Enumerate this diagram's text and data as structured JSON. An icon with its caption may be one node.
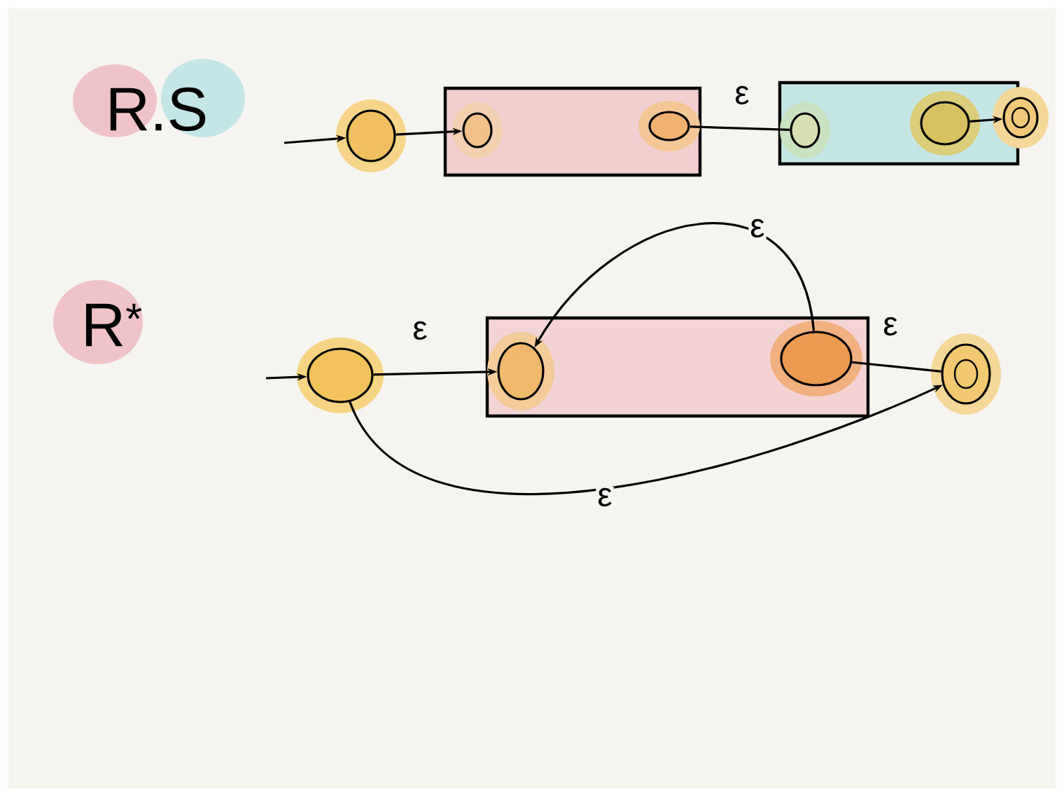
{
  "diagram": {
    "nodes": [
      {
        "text": [],
        "shape": "circle"
      },
      {
        "text": [],
        "shape": "box"
      },
      {
        "text": [],
        "shape": "circle",
        "in": 1
      },
      {
        "text": [],
        "shape": "circle",
        "in": 1
      },
      {
        "text": [],
        "shape": "box"
      },
      {
        "text": [],
        "shape": "circle",
        "in": 4
      },
      {
        "text": [],
        "shape": "circle",
        "in": 4
      },
      {
        "text": [],
        "shape": "circle"
      },
      {
        "text": [],
        "shape": "circle"
      },
      {
        "text": [],
        "shape": "box"
      },
      {
        "text": [],
        "shape": "circle",
        "in": 9
      },
      {
        "text": [],
        "shape": "circle",
        "in": 9
      },
      {
        "text": [],
        "shape": "circle"
      }
    ],
    "edges": [
      {
        "from": null,
        "to": 0,
        "arrow": "to"
      },
      {
        "from": 0,
        "to": 2,
        "arrow": "to"
      },
      {
        "from": 3,
        "to": 5,
        "arrow": "none",
        "label": "ε"
      },
      {
        "from": 6,
        "to": 7,
        "arrow": "to"
      },
      {
        "from": null,
        "to": 8,
        "arrow": "to"
      },
      {
        "from": 8,
        "to": 10,
        "arrow": "to",
        "label": "ε"
      },
      {
        "from": 11,
        "to": 10,
        "arrow": "to",
        "label": "ε"
      },
      {
        "from": 11,
        "to": 12,
        "arrow": "none",
        "label": "ε"
      },
      {
        "from": 8,
        "to": 12,
        "arrow": "to",
        "label": "ε"
      }
    ],
    "labels": [
      "R.S",
      "R$^{*}$"
    ]
  }
}
